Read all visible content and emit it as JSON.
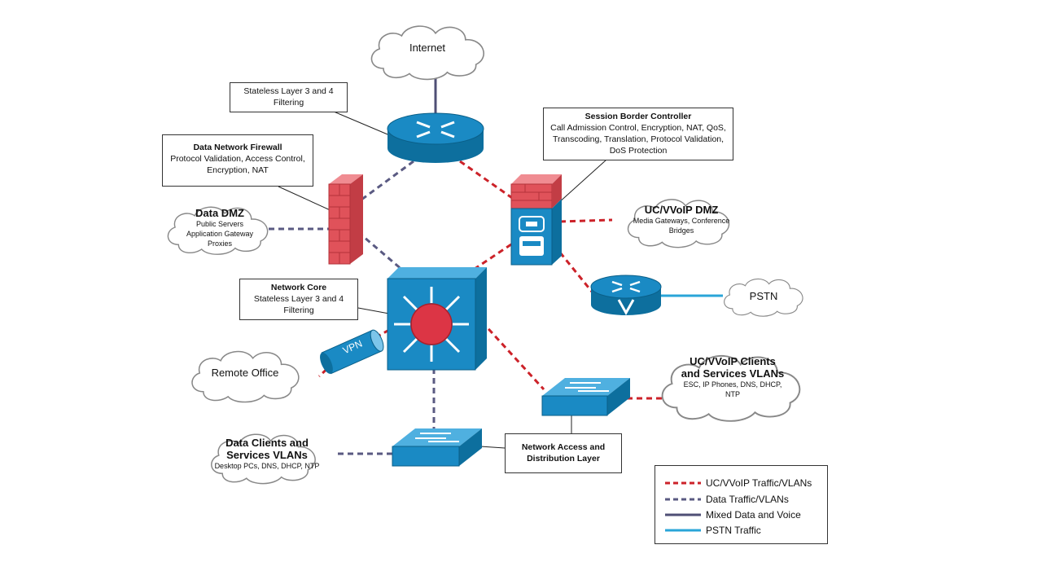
{
  "clouds": {
    "internet": {
      "label": "Internet"
    },
    "data_dmz": {
      "title": "Data DMZ",
      "lines": [
        "Public Servers",
        "Application Gateway",
        "Proxies"
      ]
    },
    "uc_dmz": {
      "title": "UC/VVoIP DMZ",
      "lines": [
        "Media Gateways, Conference",
        "Bridges"
      ]
    },
    "pstn": {
      "label": "PSTN"
    },
    "remote_office": {
      "label": "Remote Office"
    },
    "uc_clients": {
      "title_1": "UC/VVoIP Clients",
      "title_2": "and Services VLANs",
      "lines": [
        "ESC, IP Phones, DNS, DHCP,",
        "NTP"
      ]
    },
    "data_clients": {
      "title_1": "Data Clients and",
      "title_2": "Services VLANs",
      "lines": [
        "Desktop PCs, DNS, DHCP, NTP"
      ]
    }
  },
  "callouts": {
    "stateless_filter": [
      "Stateless Layer 3 and 4",
      "Filtering"
    ],
    "data_firewall": {
      "title": "Data Network Firewall",
      "lines": [
        "Protocol Validation, Access Control,",
        "Encryption, NAT"
      ]
    },
    "sbc": {
      "title": "Session Border Controller",
      "lines": [
        "Call Admission Control, Encryption, NAT, QoS,",
        "Transcoding, Translation, Protocol Validation,",
        "DoS Protection"
      ]
    },
    "network_core": {
      "title": "Network Core",
      "lines": [
        "Stateless Layer 3 and 4",
        "Filtering"
      ]
    },
    "access_layer": [
      "Network Access and",
      "Distribution Layer"
    ]
  },
  "device_labels": {
    "vpn": "VPN"
  },
  "legend": {
    "items": [
      {
        "label": "UC/VVoIP Traffic/VLANs",
        "color": "#cc2229",
        "style": "dashed"
      },
      {
        "label": "Data Traffic/VLANs",
        "color": "#5a5a82",
        "style": "dashed"
      },
      {
        "label": "Mixed Data and Voice",
        "color": "#4f4f75",
        "style": "solid"
      },
      {
        "label": "PSTN Traffic",
        "color": "#2aa5d8",
        "style": "solid"
      }
    ]
  },
  "colors": {
    "device_blue": "#1a8ac4",
    "device_dark": "#0d6f9e",
    "firewall_red": "#e0525a",
    "core_red": "#dc3545"
  }
}
